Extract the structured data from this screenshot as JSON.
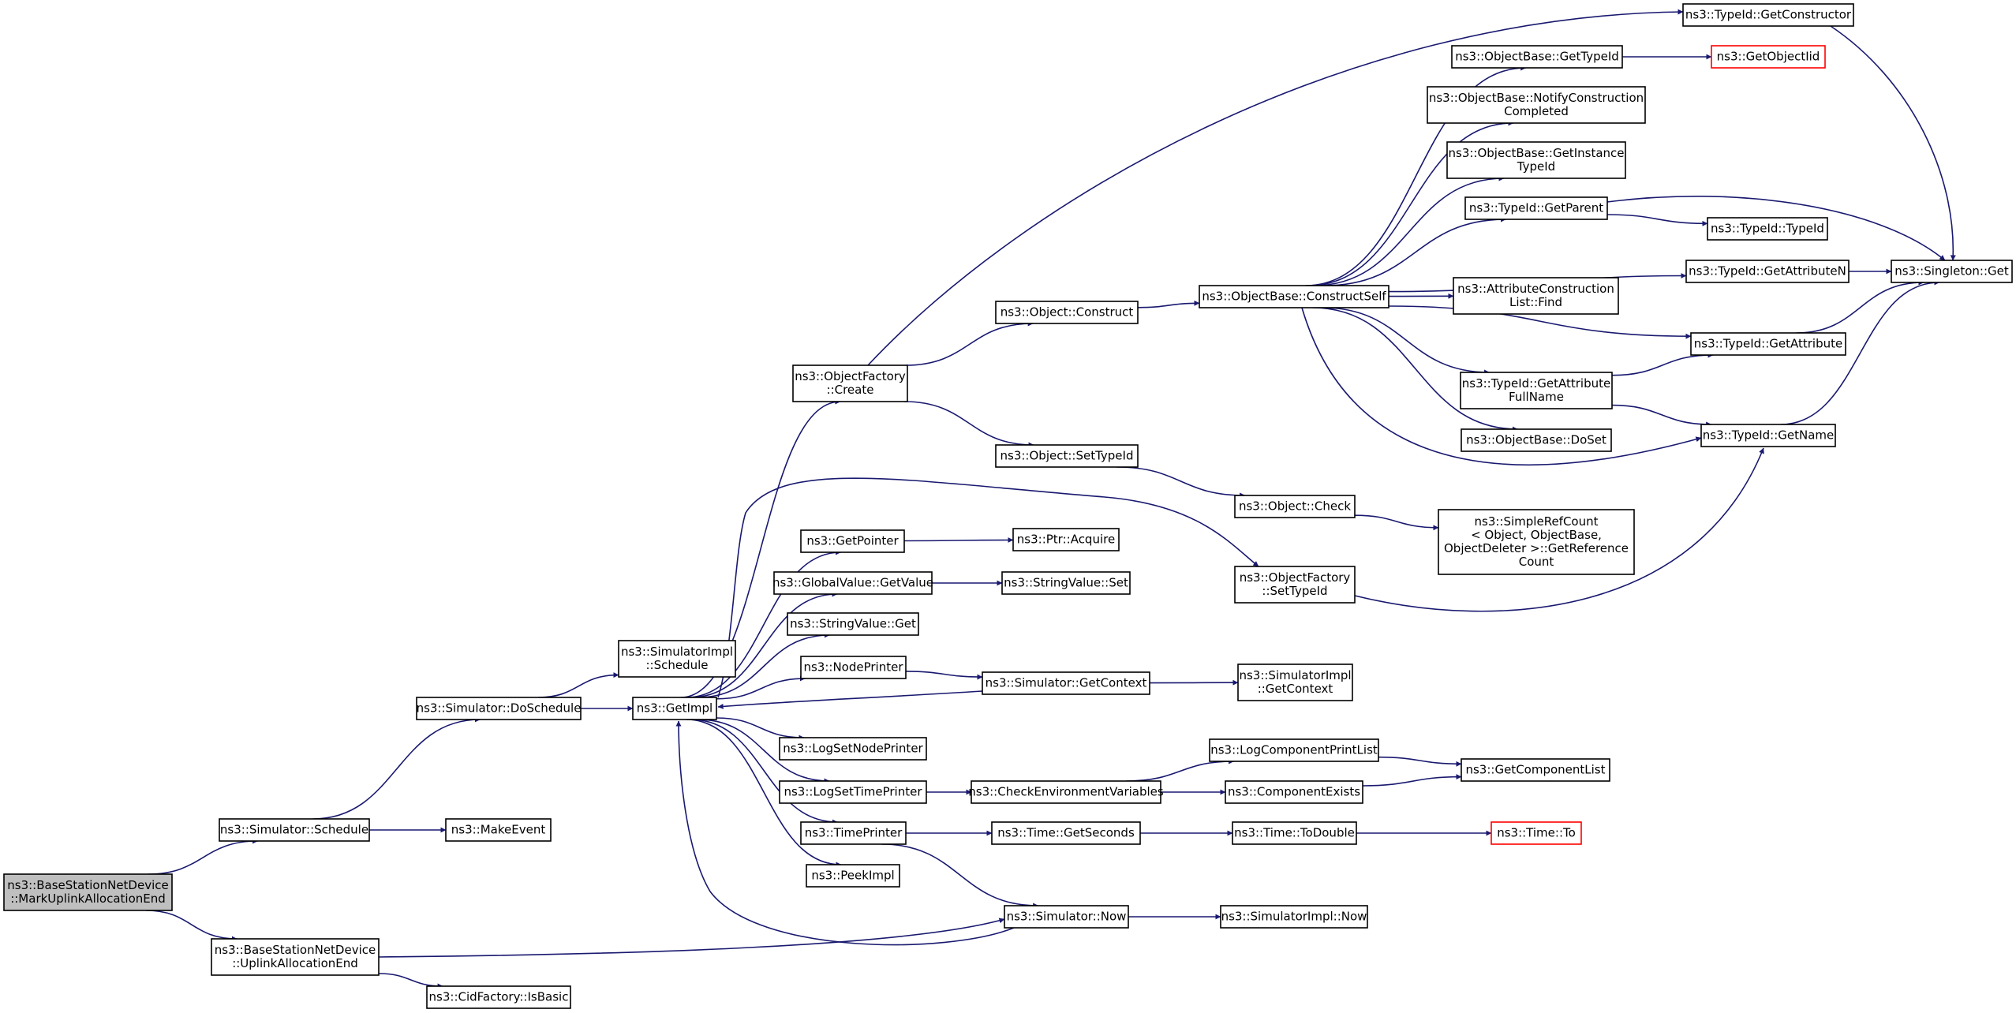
{
  "graph": {
    "colors": {
      "edge": "#191970",
      "root_fill": "#bfbfbf",
      "missing_border": "#ff0000"
    },
    "nodes": [
      {
        "id": "mark_uplink",
        "lines": [
          "ns3::BaseStationNetDevice",
          "::MarkUplinkAllocationEnd"
        ],
        "root": true
      },
      {
        "id": "sim_schedule",
        "lines": [
          "ns3::Simulator::Schedule"
        ]
      },
      {
        "id": "bs_uplink",
        "lines": [
          "ns3::BaseStationNetDevice",
          "::UplinkAllocationEnd"
        ]
      },
      {
        "id": "sim_doschedule",
        "lines": [
          "ns3::Simulator::DoSchedule"
        ]
      },
      {
        "id": "make_event",
        "lines": [
          "ns3::MakeEvent"
        ]
      },
      {
        "id": "cid_isbasic",
        "lines": [
          "ns3::CidFactory::IsBasic"
        ]
      },
      {
        "id": "simimpl_schedule",
        "lines": [
          "ns3::SimulatorImpl",
          "::Schedule"
        ]
      },
      {
        "id": "getimpl",
        "lines": [
          "ns3::GetImpl"
        ]
      },
      {
        "id": "objfactory_create",
        "lines": [
          "ns3::ObjectFactory",
          "::Create"
        ]
      },
      {
        "id": "getpointer",
        "lines": [
          "ns3::GetPointer"
        ]
      },
      {
        "id": "gv_getvalue",
        "lines": [
          "ns3::GlobalValue::GetValue"
        ]
      },
      {
        "id": "sv_get",
        "lines": [
          "ns3::StringValue::Get"
        ]
      },
      {
        "id": "nodeprinter",
        "lines": [
          "ns3::NodePrinter"
        ]
      },
      {
        "id": "logsetnodeprinter",
        "lines": [
          "ns3::LogSetNodePrinter"
        ]
      },
      {
        "id": "logsettimeprinter",
        "lines": [
          "ns3::LogSetTimePrinter"
        ]
      },
      {
        "id": "timeprinter",
        "lines": [
          "ns3::TimePrinter"
        ]
      },
      {
        "id": "peekimpl",
        "lines": [
          "ns3::PeekImpl"
        ]
      },
      {
        "id": "obj_construct",
        "lines": [
          "ns3::Object::Construct"
        ]
      },
      {
        "id": "obj_settypeid",
        "lines": [
          "ns3::Object::SetTypeId"
        ]
      },
      {
        "id": "ptr_acquire",
        "lines": [
          "ns3::Ptr::Acquire"
        ]
      },
      {
        "id": "sv_set",
        "lines": [
          "ns3::StringValue::Set"
        ]
      },
      {
        "id": "sim_getcontext",
        "lines": [
          "ns3::Simulator::GetContext"
        ]
      },
      {
        "id": "check_env",
        "lines": [
          "ns3::CheckEnvironmentVariables"
        ]
      },
      {
        "id": "time_getseconds",
        "lines": [
          "ns3::Time::GetSeconds"
        ]
      },
      {
        "id": "sim_now",
        "lines": [
          "ns3::Simulator::Now"
        ]
      },
      {
        "id": "ob_constructself",
        "lines": [
          "ns3::ObjectBase::ConstructSelf"
        ]
      },
      {
        "id": "obj_check",
        "lines": [
          "ns3::Object::Check"
        ]
      },
      {
        "id": "of_settypeid",
        "lines": [
          "ns3::ObjectFactory",
          "::SetTypeId"
        ]
      },
      {
        "id": "simimpl_getcontext",
        "lines": [
          "ns3::SimulatorImpl",
          "::GetContext"
        ]
      },
      {
        "id": "logcomp_printlist",
        "lines": [
          "ns3::LogComponentPrintList"
        ]
      },
      {
        "id": "component_exists",
        "lines": [
          "ns3::ComponentExists"
        ]
      },
      {
        "id": "time_todouble",
        "lines": [
          "ns3::Time::ToDouble"
        ]
      },
      {
        "id": "simimpl_now",
        "lines": [
          "ns3::SimulatorImpl::Now"
        ]
      },
      {
        "id": "ob_gettypeid",
        "lines": [
          "ns3::ObjectBase::GetTypeId"
        ]
      },
      {
        "id": "ob_notify",
        "lines": [
          "ns3::ObjectBase::NotifyConstruction",
          "Completed"
        ]
      },
      {
        "id": "ob_getinstance",
        "lines": [
          "ns3::ObjectBase::GetInstance",
          "TypeId"
        ]
      },
      {
        "id": "tid_getparent",
        "lines": [
          "ns3::TypeId::GetParent"
        ]
      },
      {
        "id": "acl_find",
        "lines": [
          "ns3::AttributeConstruction",
          "List::Find"
        ]
      },
      {
        "id": "tid_getattrfull",
        "lines": [
          "ns3::TypeId::GetAttribute",
          "FullName"
        ]
      },
      {
        "id": "ob_doset",
        "lines": [
          "ns3::ObjectBase::DoSet"
        ]
      },
      {
        "id": "simplerefcount",
        "lines": [
          "ns3::SimpleRefCount",
          "< Object, ObjectBase,",
          "ObjectDeleter >::GetReference",
          "Count"
        ]
      },
      {
        "id": "getcomponentlist",
        "lines": [
          "ns3::GetComponentList"
        ]
      },
      {
        "id": "time_to",
        "lines": [
          "ns3::Time::To"
        ],
        "missing": true
      },
      {
        "id": "tid_getconstructor",
        "lines": [
          "ns3::TypeId::GetConstructor"
        ]
      },
      {
        "id": "getobjectiid",
        "lines": [
          "ns3::GetObjectIid"
        ],
        "missing": true
      },
      {
        "id": "tid_typeid",
        "lines": [
          "ns3::TypeId::TypeId"
        ]
      },
      {
        "id": "tid_getattributen",
        "lines": [
          "ns3::TypeId::GetAttributeN"
        ]
      },
      {
        "id": "tid_getattribute",
        "lines": [
          "ns3::TypeId::GetAttribute"
        ]
      },
      {
        "id": "tid_getname",
        "lines": [
          "ns3::TypeId::GetName"
        ]
      },
      {
        "id": "singleton_get",
        "lines": [
          "ns3::Singleton::Get"
        ]
      }
    ],
    "edges": [
      [
        "mark_uplink",
        "sim_schedule"
      ],
      [
        "mark_uplink",
        "bs_uplink"
      ],
      [
        "sim_schedule",
        "sim_doschedule"
      ],
      [
        "sim_schedule",
        "make_event"
      ],
      [
        "bs_uplink",
        "sim_now"
      ],
      [
        "bs_uplink",
        "cid_isbasic"
      ],
      [
        "sim_doschedule",
        "simimpl_schedule"
      ],
      [
        "sim_doschedule",
        "getimpl"
      ],
      [
        "getimpl",
        "objfactory_create"
      ],
      [
        "getimpl",
        "of_settypeid"
      ],
      [
        "getimpl",
        "getpointer"
      ],
      [
        "getimpl",
        "gv_getvalue"
      ],
      [
        "getimpl",
        "sv_get"
      ],
      [
        "getimpl",
        "nodeprinter"
      ],
      [
        "getimpl",
        "logsetnodeprinter"
      ],
      [
        "getimpl",
        "logsettimeprinter"
      ],
      [
        "getimpl",
        "timeprinter"
      ],
      [
        "getimpl",
        "peekimpl"
      ],
      [
        "objfactory_create",
        "tid_getconstructor"
      ],
      [
        "objfactory_create",
        "obj_construct"
      ],
      [
        "objfactory_create",
        "obj_settypeid"
      ],
      [
        "getpointer",
        "ptr_acquire"
      ],
      [
        "gv_getvalue",
        "sv_set"
      ],
      [
        "nodeprinter",
        "sim_getcontext"
      ],
      [
        "sim_getcontext",
        "getimpl"
      ],
      [
        "sim_getcontext",
        "simimpl_getcontext"
      ],
      [
        "logsettimeprinter",
        "check_env"
      ],
      [
        "check_env",
        "logcomp_printlist"
      ],
      [
        "check_env",
        "component_exists"
      ],
      [
        "logcomp_printlist",
        "getcomponentlist"
      ],
      [
        "component_exists",
        "getcomponentlist"
      ],
      [
        "timeprinter",
        "time_getseconds"
      ],
      [
        "timeprinter",
        "sim_now"
      ],
      [
        "time_getseconds",
        "time_todouble"
      ],
      [
        "time_todouble",
        "time_to"
      ],
      [
        "sim_now",
        "getimpl"
      ],
      [
        "sim_now",
        "simimpl_now"
      ],
      [
        "obj_construct",
        "ob_constructself"
      ],
      [
        "obj_settypeid",
        "obj_check"
      ],
      [
        "obj_check",
        "simplerefcount"
      ],
      [
        "of_settypeid",
        "tid_getname"
      ],
      [
        "ob_constructself",
        "ob_gettypeid"
      ],
      [
        "ob_constructself",
        "ob_notify"
      ],
      [
        "ob_constructself",
        "ob_getinstance"
      ],
      [
        "ob_constructself",
        "tid_getparent"
      ],
      [
        "ob_constructself",
        "tid_getattributen"
      ],
      [
        "ob_constructself",
        "acl_find"
      ],
      [
        "ob_constructself",
        "tid_getattribute"
      ],
      [
        "ob_constructself",
        "tid_getattrfull"
      ],
      [
        "ob_constructself",
        "ob_doset"
      ],
      [
        "ob_constructself",
        "tid_getname"
      ],
      [
        "ob_gettypeid",
        "getobjectiid"
      ],
      [
        "tid_getparent",
        "tid_typeid"
      ],
      [
        "tid_getparent",
        "singleton_get"
      ],
      [
        "tid_getattrfull",
        "tid_getattribute"
      ],
      [
        "tid_getattrfull",
        "tid_getname"
      ],
      [
        "tid_getattributen",
        "singleton_get"
      ],
      [
        "tid_getattribute",
        "singleton_get"
      ],
      [
        "tid_getname",
        "singleton_get"
      ],
      [
        "tid_getconstructor",
        "singleton_get"
      ]
    ]
  }
}
